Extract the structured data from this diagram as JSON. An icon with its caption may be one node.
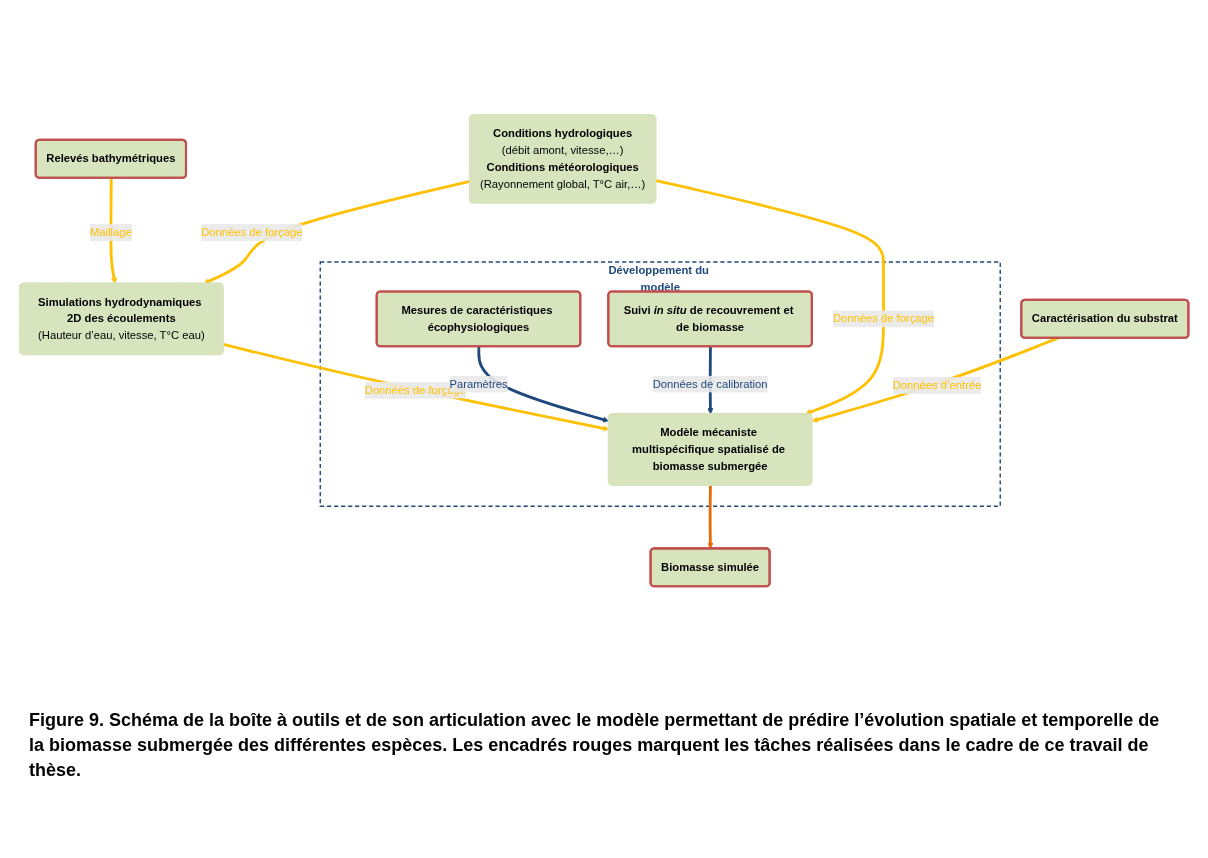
{
  "diagram": {
    "caption": "Figure 9. Schéma de la boîte à outils et de son articulation avec le modèle permettant de prédire l’évolution spatiale et temporelle de la biomasse submergée des différentes espèces. Les encadrés rouges marquent les tâches réalisées dans le cadre de ce travail de thèse.",
    "nodes": [
      {
        "text": [
          "Relevés bathymétriques"
        ]
      },
      {
        "text": [
          "Simulations hydrodynamiques 2D des écoulements",
          "(Hauteur d’eau, vitesse, T°C eau)"
        ]
      },
      {
        "text": [
          "Conditions hydrologiques",
          "(débit amont, vitesse,…)",
          "Conditions météorologiques",
          "(Rayonnement global, T°C air,…)"
        ]
      },
      {
        "text": [
          "Caractérisation du substrat"
        ]
      },
      {
        "text": [
          "Développement du modèle"
        ]
      },
      {
        "text": [
          "Mesures de caractéristiques écophysiologiques"
        ],
        "in": 4
      },
      {
        "text": [
          "Suivi *in situ* de recouvrement et de biomasse"
        ],
        "in": 4
      },
      {
        "text": [
          "Modèle mécaniste multispécifique spatialisé de biomasse submergée"
        ],
        "in": 4
      },
      {
        "text": [
          "Biomasse simulée"
        ]
      }
    ],
    "edges": [
      {
        "from": 0,
        "to": 1,
        "arrow": "to",
        "label": "Maillage"
      },
      {
        "from": 2,
        "to": 1,
        "arrow": "to",
        "label": "Données de forçage"
      },
      {
        "from": 2,
        "to": 7,
        "arrow": "to",
        "label": "Données de forçage"
      },
      {
        "from": 1,
        "to": 7,
        "arrow": "to",
        "label": "Données de forçage"
      },
      {
        "from": 3,
        "to": 7,
        "arrow": "to",
        "label": "Données d’entrée"
      },
      {
        "from": 5,
        "to": 7,
        "arrow": "to",
        "label": "Paramètres",
        "color": "#1f497d"
      },
      {
        "from": 6,
        "to": 7,
        "arrow": "to",
        "label": "Données de calibration",
        "color": "#1f497d"
      },
      {
        "from": 7,
        "to": 8,
        "arrow": "to",
        "color": "#e36c09"
      }
    ]
  }
}
